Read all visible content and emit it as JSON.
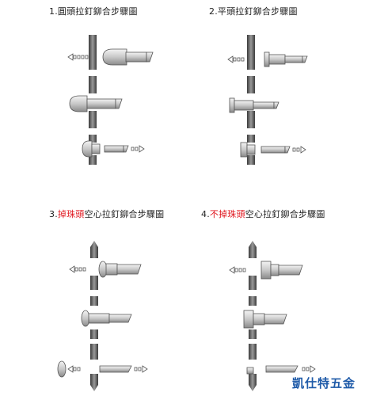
{
  "panels": [
    {
      "title": "1.圓頭拉釘鉚合步驟圖"
    },
    {
      "title": "2.平頭拉釘鉚合步驟圖"
    },
    {
      "title_prefix": "3.",
      "title_highlight": "掉珠頭",
      "title_suffix": "空心拉釘鉚合步驟圖"
    },
    {
      "title_prefix": "4.",
      "title_highlight": "不掉珠頭",
      "title_suffix": "空心拉釘鉚合步驟圖"
    }
  ],
  "brand": "凱仕特五金",
  "colors": {
    "highlight": "#e0141c",
    "brand": "#1e5aa8",
    "plate": "#555555"
  },
  "icons": [
    "pull-arrow-left-icon",
    "eject-arrow-right-icon",
    "rivet-icon",
    "plate-icon",
    "bead-icon"
  ]
}
